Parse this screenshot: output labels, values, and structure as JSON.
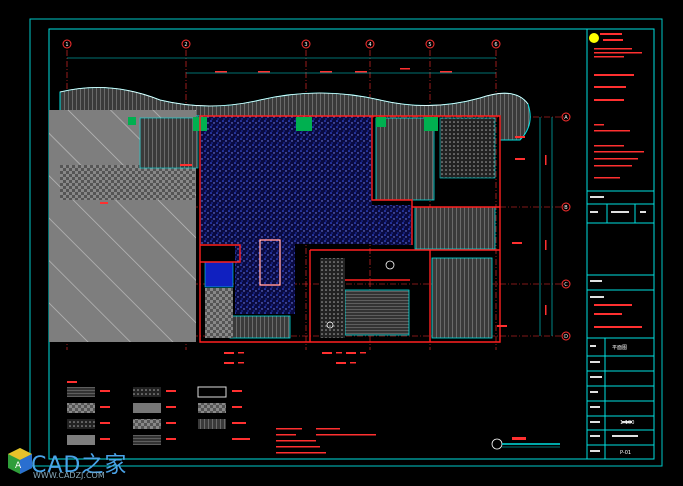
{
  "drawing": {
    "background": "#000000",
    "frame_color": "#00e0e0",
    "wall_color": "#ff2020",
    "hatch_color": "#2040ff",
    "pattern_color": "#b0b0b0",
    "note_color": "#ff3030",
    "logo_color": "#ffff00"
  },
  "grid_bubbles_top": [
    "1",
    "2",
    "3",
    "4",
    "5",
    "6"
  ],
  "grid_bubbles_right": [
    "A",
    "B",
    "C",
    "D"
  ],
  "title_block": {
    "drawing_title": "平面图",
    "scale": "1:100",
    "sheet_no": "P-01"
  },
  "watermark": {
    "name": "CAD之家",
    "url": "WWW.CADZJ.COM"
  }
}
